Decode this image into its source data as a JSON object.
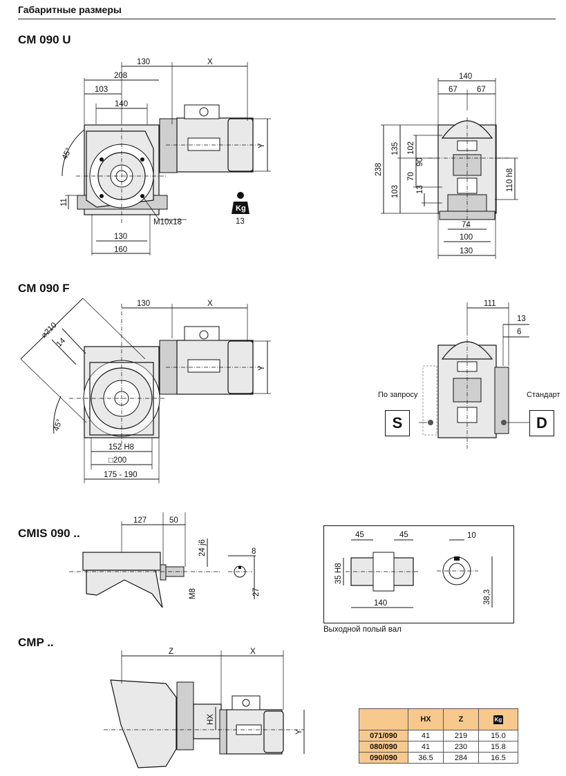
{
  "header": {
    "title": "Габаритные размеры"
  },
  "sections": {
    "cm090u": "CM 090 U",
    "cm090f": "CM 090 F",
    "cmis": "CMIS 090 ..",
    "cmp": "CMP .."
  },
  "cm090u": {
    "dims_top": [
      "130",
      "X",
      "208",
      "103",
      "140"
    ],
    "dims_bottom": [
      "130",
      "160"
    ],
    "thread": "M10x18",
    "angle": "45°",
    "dim_11": "11",
    "dim_y": "Y",
    "weight_icon": "Kg",
    "weight": "13",
    "side": {
      "top": "140",
      "half_l": "67",
      "half_r": "67",
      "v238": "238",
      "v135": "135",
      "v102": "102",
      "v90": "90",
      "v103": "103",
      "v70": "70",
      "v13": "13",
      "h110": "110 h8",
      "b74": "74",
      "b100": "100",
      "b130": "130"
    }
  },
  "cm090f": {
    "dims_top": [
      "130",
      "X"
    ],
    "diam": "⌀210",
    "d14": "14",
    "angle": "45°",
    "d152": "152 H8",
    "d200": "□200",
    "d175": "175 - 190",
    "dim_y": "Y",
    "side": {
      "d111": "111",
      "d13": "13",
      "d6": "6",
      "on_request": "По запросу",
      "standard": "Стандарт",
      "s": "S",
      "d": "D"
    }
  },
  "cmis": {
    "d127": "127",
    "d50": "50",
    "d24": "24 j6",
    "dm8": "M8",
    "d8": "8",
    "d27": "27"
  },
  "hollow": {
    "d45a": "45",
    "d45b": "45",
    "d35": "35 H8",
    "d140": "140",
    "d10": "10",
    "d383": "38,3",
    "caption": "Выходной полый вал"
  },
  "cmp": {
    "z": "Z",
    "x": "X",
    "hx": "HX",
    "y": "Y"
  },
  "weights_table": {
    "headers": [
      "HX",
      "Z",
      "Kg"
    ],
    "rows": [
      {
        "model": "071/090",
        "hx": "41",
        "z": "219",
        "kg": "15.0"
      },
      {
        "model": "080/090",
        "hx": "41",
        "z": "230",
        "kg": "15.8"
      },
      {
        "model": "090/090",
        "hx": "36.5",
        "z": "284",
        "kg": "16.5"
      }
    ]
  }
}
